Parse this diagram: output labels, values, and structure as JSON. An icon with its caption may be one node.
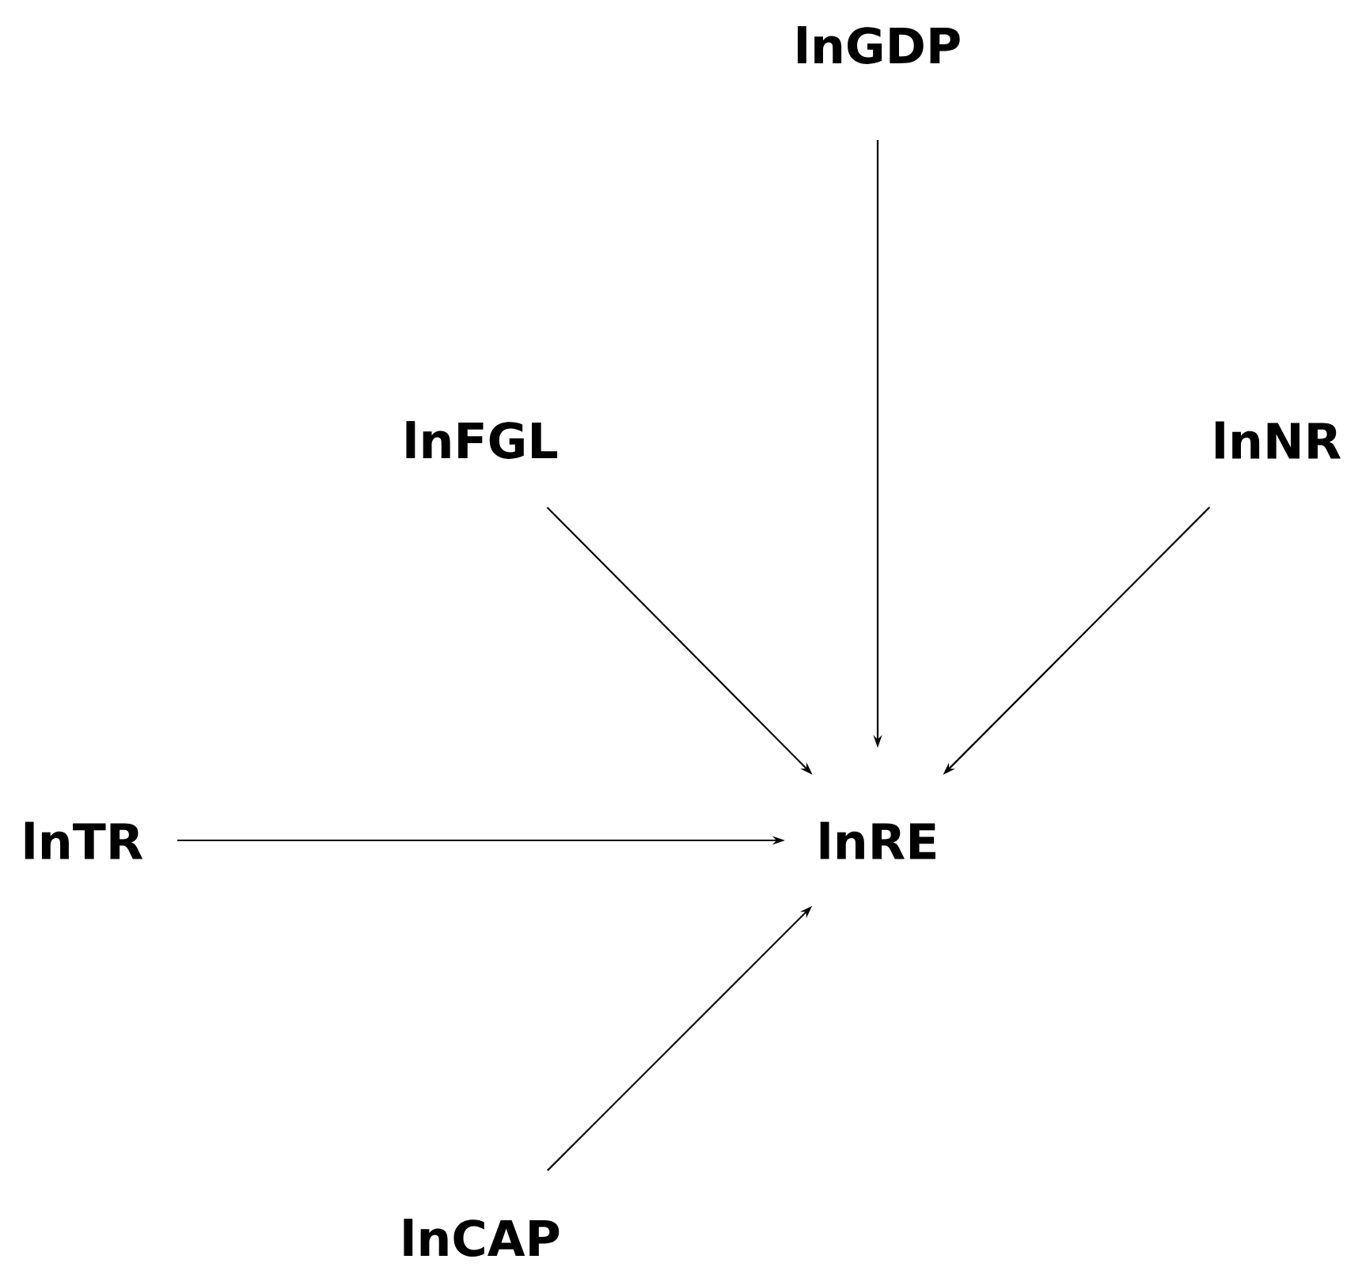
{
  "diagram": {
    "nodes": [
      {
        "text": [
          "lnGDP"
        ]
      },
      {
        "text": [
          "lnFGL"
        ]
      },
      {
        "text": [
          "lnNR"
        ]
      },
      {
        "text": [
          "lnTR"
        ]
      },
      {
        "text": [
          "lnRE"
        ]
      },
      {
        "text": [
          "lnCAP"
        ]
      }
    ],
    "edges": [
      {
        "from": 0,
        "to": 4,
        "arrow": "to"
      },
      {
        "from": 1,
        "to": 4,
        "arrow": "to"
      },
      {
        "from": 2,
        "to": 4,
        "arrow": "to"
      },
      {
        "from": 3,
        "to": 4,
        "arrow": "to"
      },
      {
        "from": 5,
        "to": 4,
        "arrow": "to"
      }
    ]
  }
}
